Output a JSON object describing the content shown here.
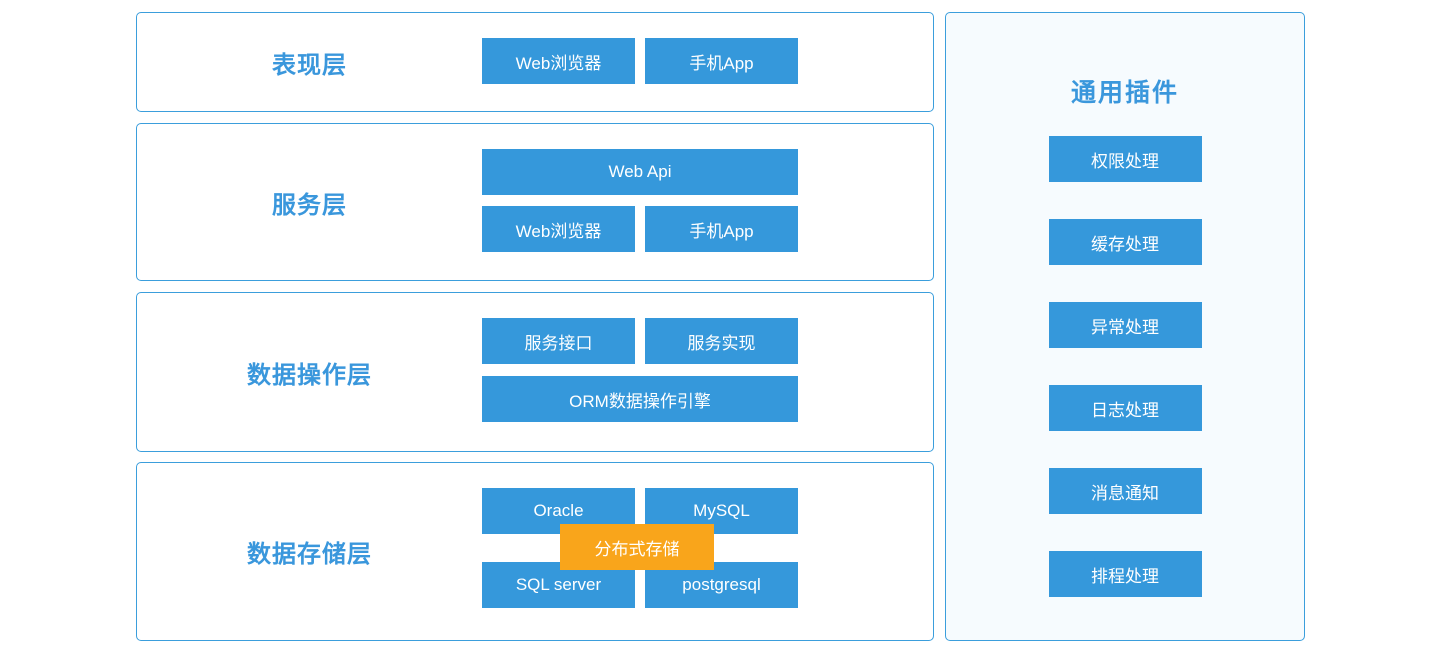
{
  "colors": {
    "button_blue": "#3598db",
    "border_blue": "#3b9edc",
    "label_blue": "#3a97dc",
    "overlay_orange": "#f9a51b",
    "panel_bg": "#f6fbfe"
  },
  "layers": [
    {
      "label": "表现层",
      "rows": [
        {
          "buttons": [
            {
              "name": "web-browser",
              "label": "Web浏览器"
            },
            {
              "name": "mobile-app",
              "label": "手机App"
            }
          ]
        }
      ]
    },
    {
      "label": "服务层",
      "rows": [
        {
          "buttons": [
            {
              "name": "web-api",
              "label": "Web Api"
            }
          ]
        },
        {
          "buttons": [
            {
              "name": "web-browser",
              "label": "Web浏览器"
            },
            {
              "name": "mobile-app",
              "label": "手机App"
            }
          ]
        }
      ]
    },
    {
      "label": "数据操作层",
      "rows": [
        {
          "buttons": [
            {
              "name": "service-interface",
              "label": "服务接口"
            },
            {
              "name": "service-implementation",
              "label": "服务实现"
            }
          ]
        },
        {
          "buttons": [
            {
              "name": "orm-data-engine",
              "label": "ORM数据操作引擎"
            }
          ]
        }
      ]
    },
    {
      "label": "数据存储层",
      "rows": [
        {
          "buttons": [
            {
              "name": "oracle",
              "label": "Oracle"
            },
            {
              "name": "mysql",
              "label": "MySQL"
            }
          ]
        },
        {
          "buttons": [
            {
              "name": "sql-server",
              "label": "SQL server"
            },
            {
              "name": "postgresql",
              "label": "postgresql"
            }
          ]
        }
      ],
      "overlay": {
        "name": "distributed-storage",
        "label": "分布式存储"
      }
    }
  ],
  "plugins_panel": {
    "title": "通用插件",
    "items": [
      {
        "name": "permission-handling",
        "label": "权限处理"
      },
      {
        "name": "cache-handling",
        "label": "缓存处理"
      },
      {
        "name": "exception-handling",
        "label": "异常处理"
      },
      {
        "name": "log-handling",
        "label": "日志处理"
      },
      {
        "name": "message-notification",
        "label": "消息通知"
      },
      {
        "name": "schedule-handling",
        "label": "排程处理"
      }
    ]
  }
}
